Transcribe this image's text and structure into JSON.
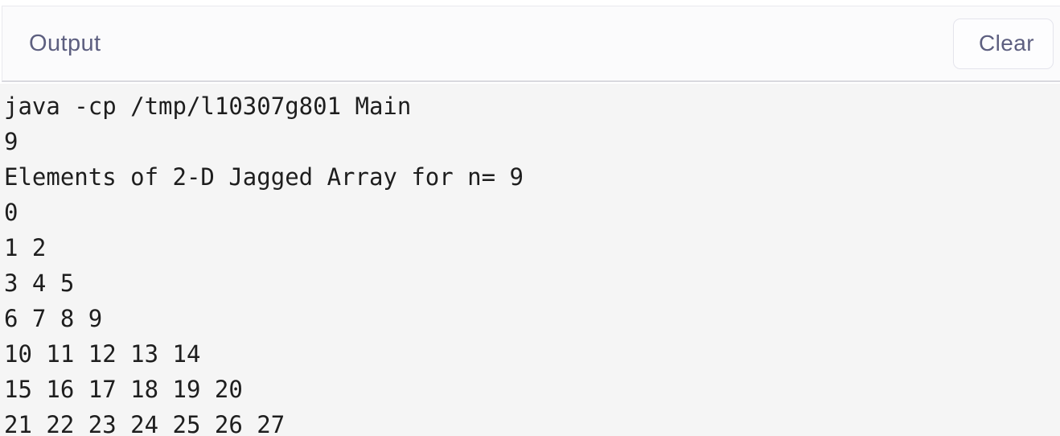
{
  "header": {
    "title": "Output",
    "clear_label": "Clear"
  },
  "console": {
    "lines": [
      "java -cp /tmp/l10307g801 Main",
      "9",
      "Elements of 2-D Jagged Array for n= 9",
      "0",
      "1 2",
      "3 4 5",
      "6 7 8 9",
      "10 11 12 13 14",
      "15 16 17 18 19 20",
      "21 22 23 24 25 26 27"
    ]
  },
  "colors": {
    "header_text": "#5d5f80",
    "header_bg": "#fbfbfc",
    "console_bg": "#f5f5f5",
    "console_text": "#1e1e1e",
    "border": "#e9e9ee",
    "divider": "#d9d9de"
  }
}
